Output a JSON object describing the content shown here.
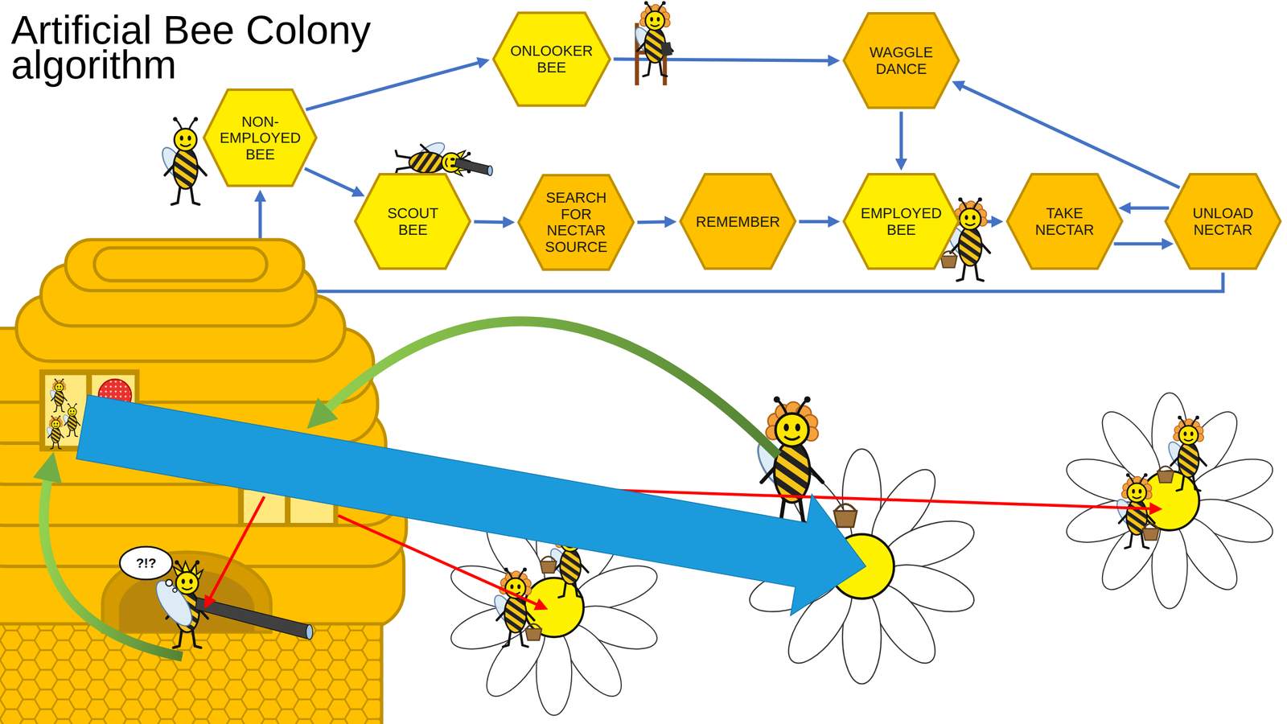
{
  "diagram": {
    "title": "Artificial Bee Colony algorithm",
    "nodes": [
      {
        "text": [
          "NON-EMPLOYED BEE"
        ]
      },
      {
        "text": [
          "ONLOOKER BEE"
        ]
      },
      {
        "text": [
          "WAGGLE DANCE"
        ]
      },
      {
        "text": [
          "SCOUT BEE"
        ]
      },
      {
        "text": [
          "SEARCH FOR NECTAR SOURCE"
        ]
      },
      {
        "text": [
          "REMEMBER"
        ]
      },
      {
        "text": [
          "EMPLOYED BEE"
        ]
      },
      {
        "text": [
          "TAKE NECTAR"
        ]
      },
      {
        "text": [
          "UNLOAD NECTAR"
        ]
      }
    ],
    "edges": [
      {
        "from": 0,
        "to": 1,
        "arrow": "to"
      },
      {
        "from": 0,
        "to": 3,
        "arrow": "to"
      },
      {
        "from": 1,
        "to": 2,
        "arrow": "to"
      },
      {
        "from": 2,
        "to": 6,
        "arrow": "to"
      },
      {
        "from": 3,
        "to": 4,
        "arrow": "to"
      },
      {
        "from": 4,
        "to": 5,
        "arrow": "to"
      },
      {
        "from": 5,
        "to": 6,
        "arrow": "to"
      },
      {
        "from": 6,
        "to": 7,
        "arrow": "to"
      },
      {
        "from": 8,
        "to": 7,
        "arrow": "to"
      },
      {
        "from": 7,
        "to": 8,
        "arrow": "to"
      },
      {
        "from": 8,
        "to": 2,
        "arrow": "to"
      },
      {
        "from": 8,
        "to": 0,
        "arrow": "to"
      }
    ],
    "labels": [
      "?!?"
    ]
  }
}
